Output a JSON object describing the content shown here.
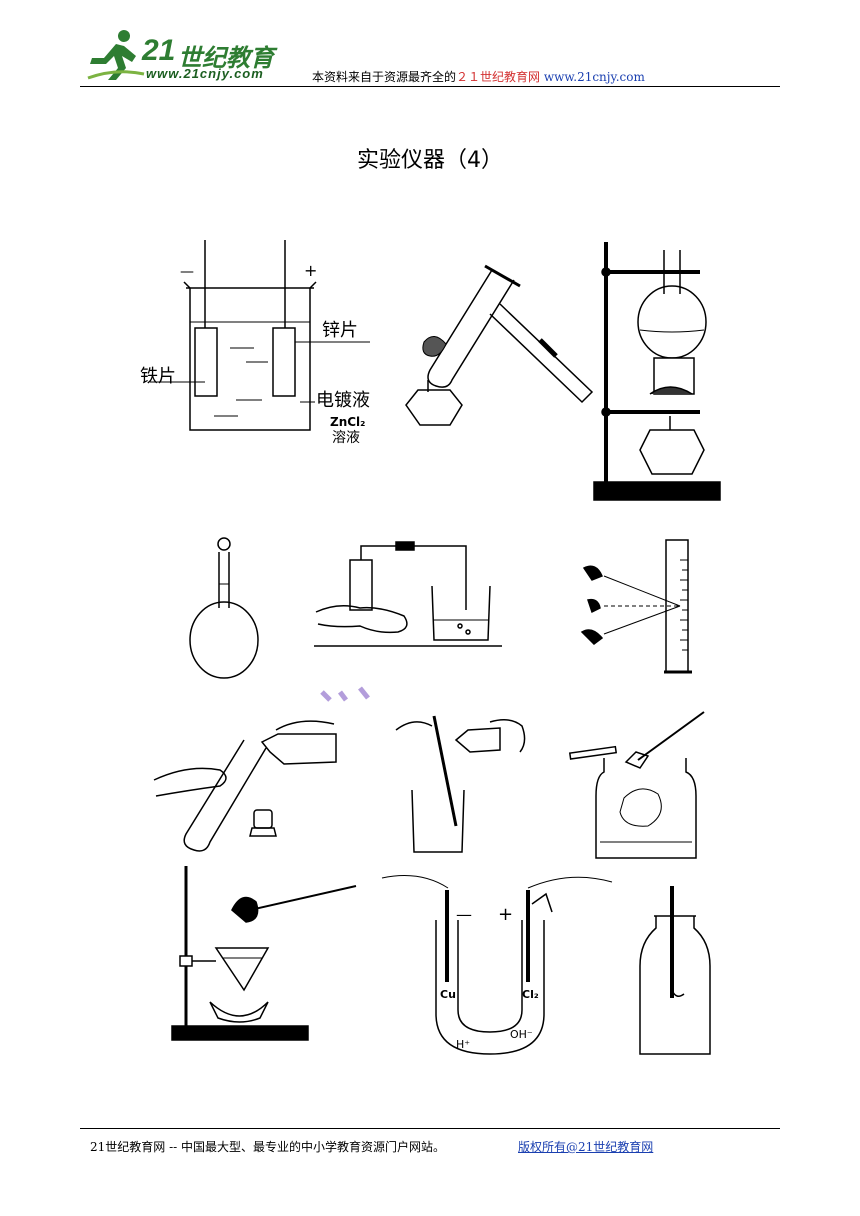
{
  "header": {
    "logo_number": "21",
    "logo_cn": "世纪教育",
    "logo_url": "www.21cnjy.com",
    "source_prefix": "本资料来自于资源最齐全的",
    "source_site": "２１世纪教育网",
    "source_url": "www.21cnjy.com"
  },
  "page_title": "实验仪器（4）",
  "figure": {
    "electroplating": {
      "minus": "—",
      "plus": "+",
      "zinc_label": "锌片",
      "iron_label": "铁片",
      "solution_label": "电镀液",
      "zncl2": "ZnCl₂",
      "solution_sub": "溶液"
    },
    "electrolysis": {
      "minus": "—",
      "plus": "+",
      "cu": "Cu",
      "cl2": "Cl₂",
      "h_ion": "H⁺",
      "oh_ion": "OH⁻"
    }
  },
  "footer": {
    "left": "21世纪教育网 -- 中国最大型、最专业的中小学教育资源门户网站。",
    "right": "版权所有@21世纪教育网"
  },
  "colors": {
    "logo_green": "#2e7d32",
    "header_red": "#d32f2f",
    "link_blue": "#1a3fb0"
  }
}
